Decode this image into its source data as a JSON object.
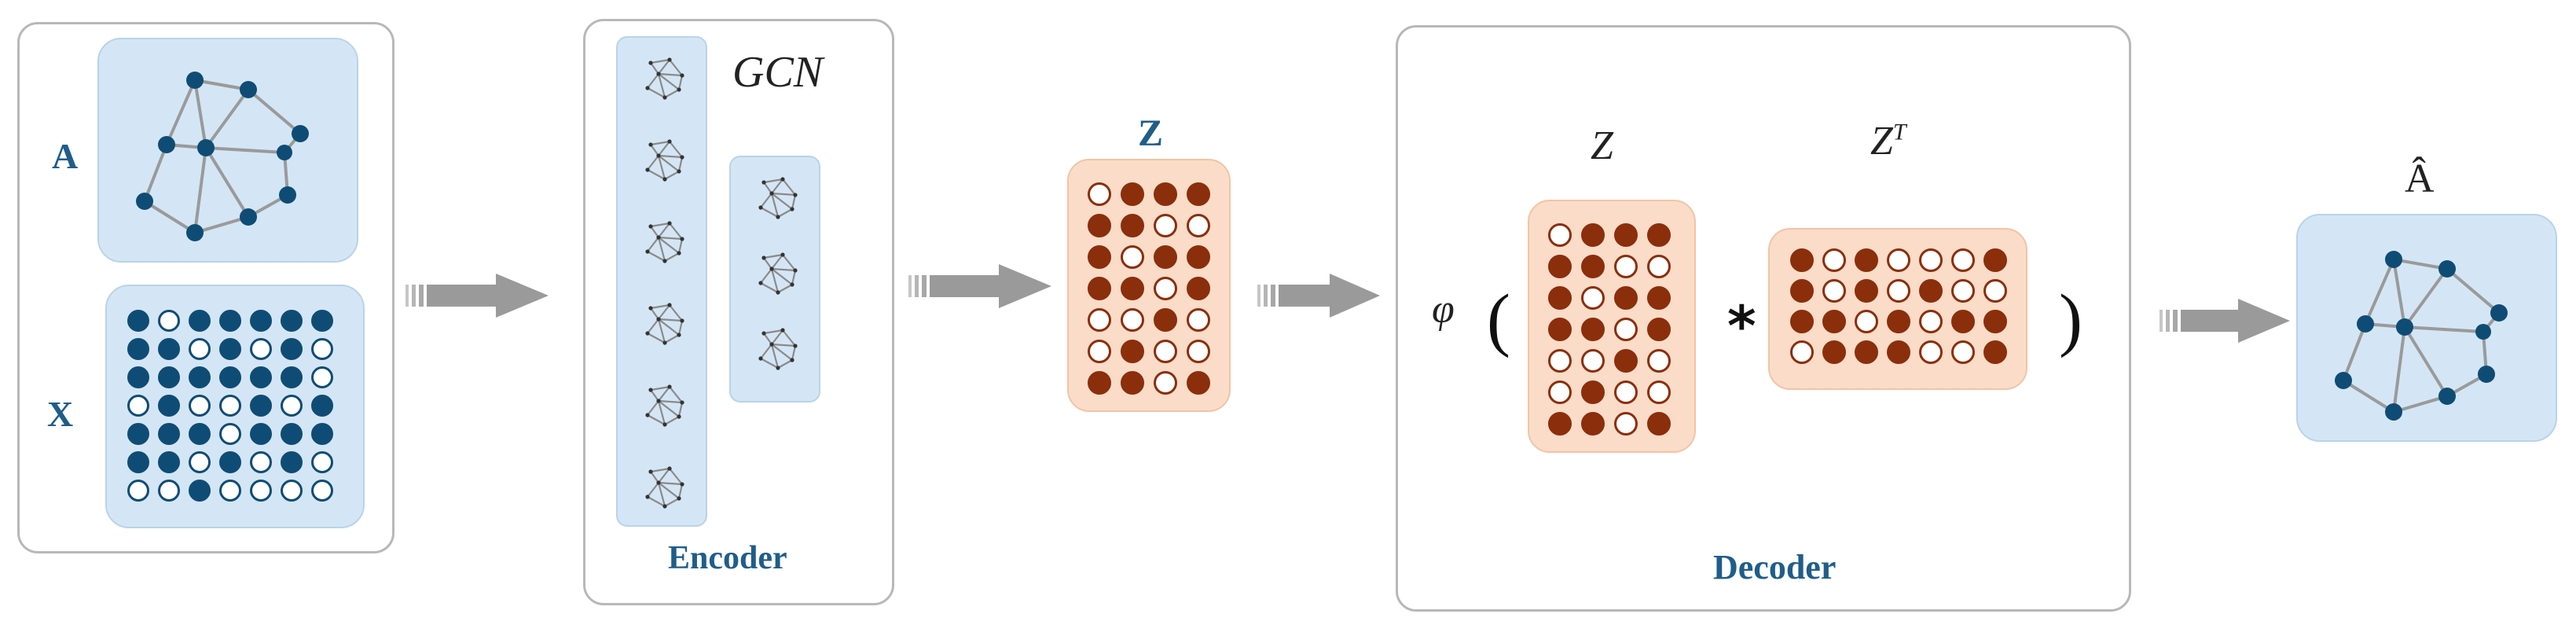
{
  "input": {
    "a_label": "A",
    "x_label": "X",
    "x_matrix": [
      [
        1,
        0,
        1,
        1,
        1,
        1,
        1
      ],
      [
        1,
        1,
        0,
        1,
        0,
        1,
        0
      ],
      [
        1,
        1,
        1,
        1,
        1,
        1,
        0
      ],
      [
        0,
        1,
        0,
        0,
        1,
        0,
        1
      ],
      [
        1,
        1,
        1,
        0,
        1,
        1,
        1
      ],
      [
        1,
        1,
        0,
        1,
        0,
        1,
        0
      ],
      [
        0,
        0,
        1,
        0,
        0,
        0,
        0
      ]
    ]
  },
  "encoder": {
    "title": "GCN",
    "label": "Encoder"
  },
  "latent": {
    "label": "Z",
    "z_matrix": [
      [
        0,
        1,
        1,
        1
      ],
      [
        1,
        1,
        0,
        0
      ],
      [
        1,
        0,
        1,
        1
      ],
      [
        1,
        1,
        0,
        1
      ],
      [
        0,
        0,
        1,
        0
      ],
      [
        0,
        1,
        0,
        0
      ],
      [
        1,
        1,
        0,
        1
      ]
    ]
  },
  "decoder": {
    "phi": "φ",
    "open_paren": "(",
    "close_paren": ")",
    "z_label": "Z",
    "zt_base": "Z",
    "zt_sup": "T",
    "times": "*",
    "label": "Decoder",
    "z_matrix": [
      [
        0,
        1,
        1,
        1
      ],
      [
        1,
        1,
        0,
        0
      ],
      [
        1,
        0,
        1,
        1
      ],
      [
        1,
        1,
        0,
        1
      ],
      [
        0,
        0,
        1,
        0
      ],
      [
        0,
        1,
        0,
        0
      ],
      [
        1,
        1,
        0,
        1
      ]
    ],
    "zt_matrix": [
      [
        1,
        0,
        1,
        0,
        0,
        0,
        1
      ],
      [
        1,
        0,
        1,
        0,
        1,
        0,
        0
      ],
      [
        1,
        1,
        0,
        1,
        0,
        1,
        1
      ],
      [
        0,
        1,
        1,
        1,
        0,
        0,
        1
      ]
    ]
  },
  "output": {
    "label": "Â"
  },
  "colors": {
    "blue_dot": "#0f4c75",
    "brown_dot": "#8b2e0c",
    "box_blue": "#d4e6f5",
    "box_orange": "#fbdcc8",
    "arrow": "#9a9a9a"
  }
}
